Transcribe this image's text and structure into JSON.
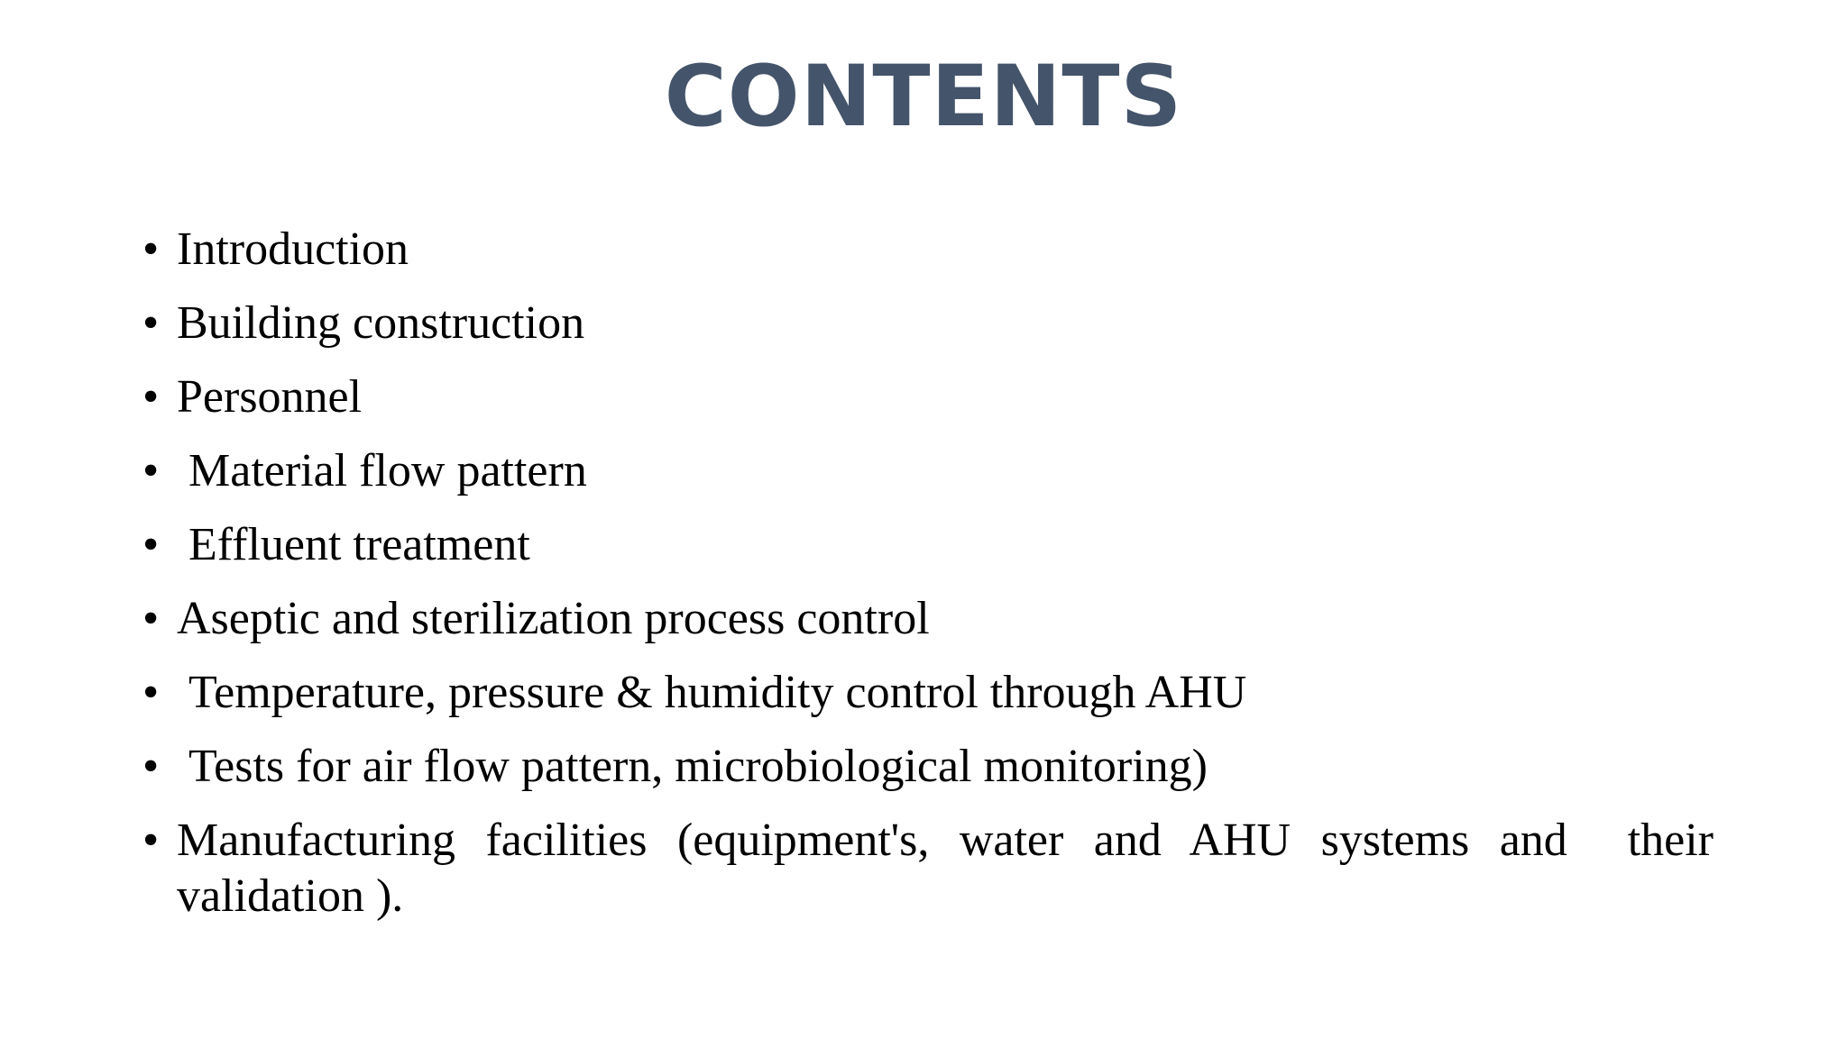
{
  "slide": {
    "title": "CONTENTS",
    "bullet_symbol": "•",
    "items": [
      "Introduction",
      "Building construction",
      "Personnel",
      " Material flow pattern",
      " Effluent treatment",
      "Aseptic and sterilization process control",
      " Temperature, pressure & humidity control through AHU",
      " Tests for air flow pattern, microbiological monitoring)",
      "Manufacturing facilities (equipment's, water and AHU systems and  their validation )."
    ]
  },
  "colors": {
    "title": "#44546a",
    "text": "#000000",
    "background": "#ffffff"
  }
}
